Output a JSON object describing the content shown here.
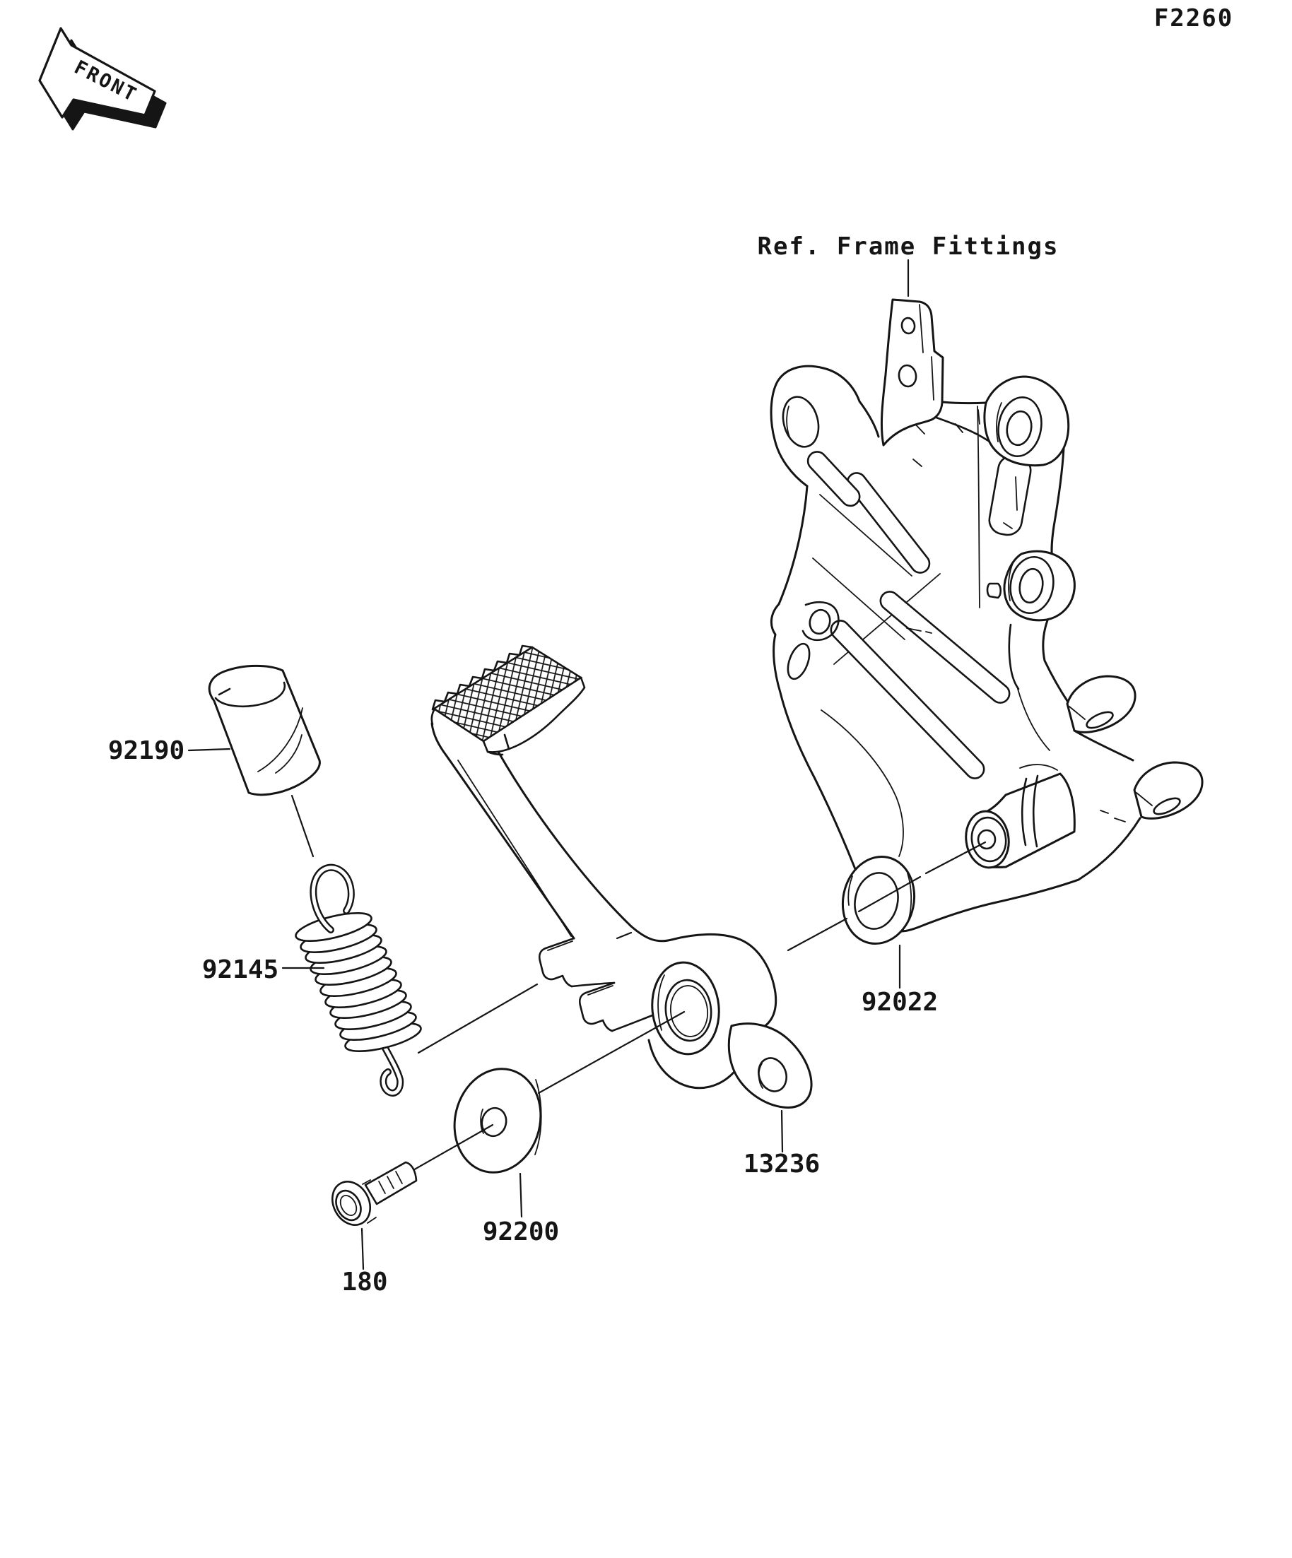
{
  "diagram": {
    "figure_code": "F2260",
    "orientation": "FRONT",
    "reference_note": "Ref. Frame Fittings",
    "labels": {
      "pedal_cover": "92190",
      "spring": "92145",
      "washer": "92022",
      "pedal": "13236",
      "washer_plate": "92200",
      "bolt": "180"
    },
    "colors": {
      "line": "#151515",
      "background": "#ffffff"
    }
  }
}
